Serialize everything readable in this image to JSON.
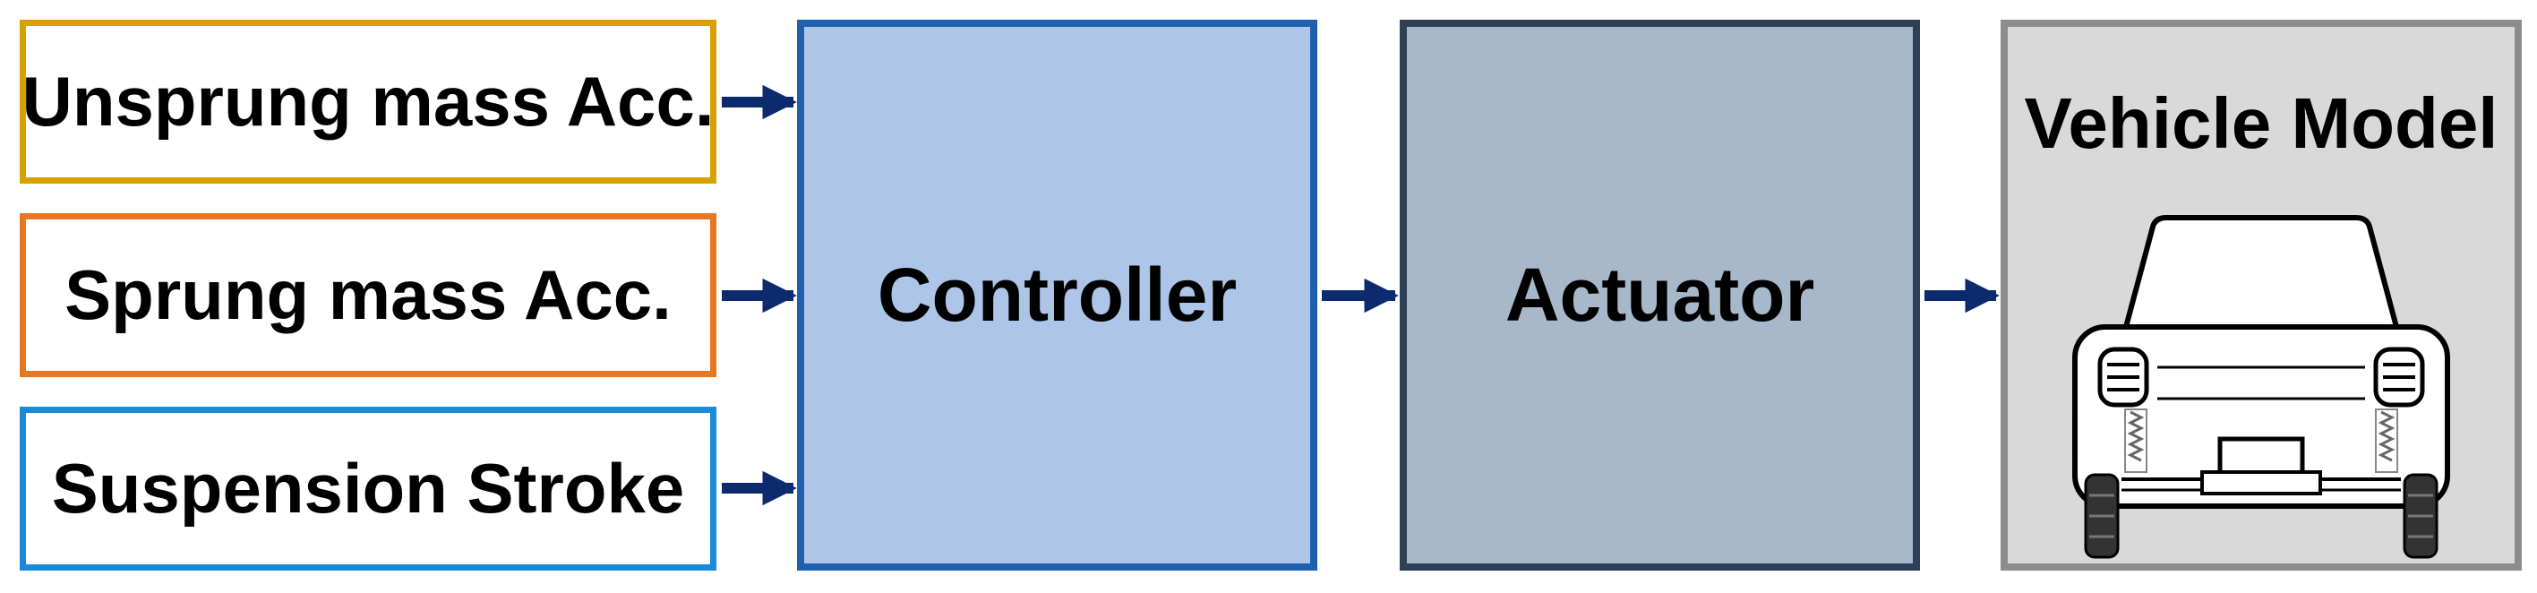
{
  "inputs": [
    {
      "label": "Unsprung mass Acc.",
      "color": "#d9a100"
    },
    {
      "label": "Sprung mass Acc.",
      "color": "#e87722"
    },
    {
      "label": "Suspension Stroke",
      "color": "#1b8ad6"
    }
  ],
  "controller": {
    "label": "Controller",
    "fill": "#adc6e8",
    "border": "#1f5fae"
  },
  "actuator": {
    "label": "Actuator",
    "fill": "#a8b8cb",
    "border": "#2e4057"
  },
  "vehicle": {
    "label": "Vehicle Model",
    "fill": "#d9d9d9",
    "border": "#8c8c8c",
    "icon": "car-front-icon"
  },
  "arrow_color": "#0d2a6e"
}
